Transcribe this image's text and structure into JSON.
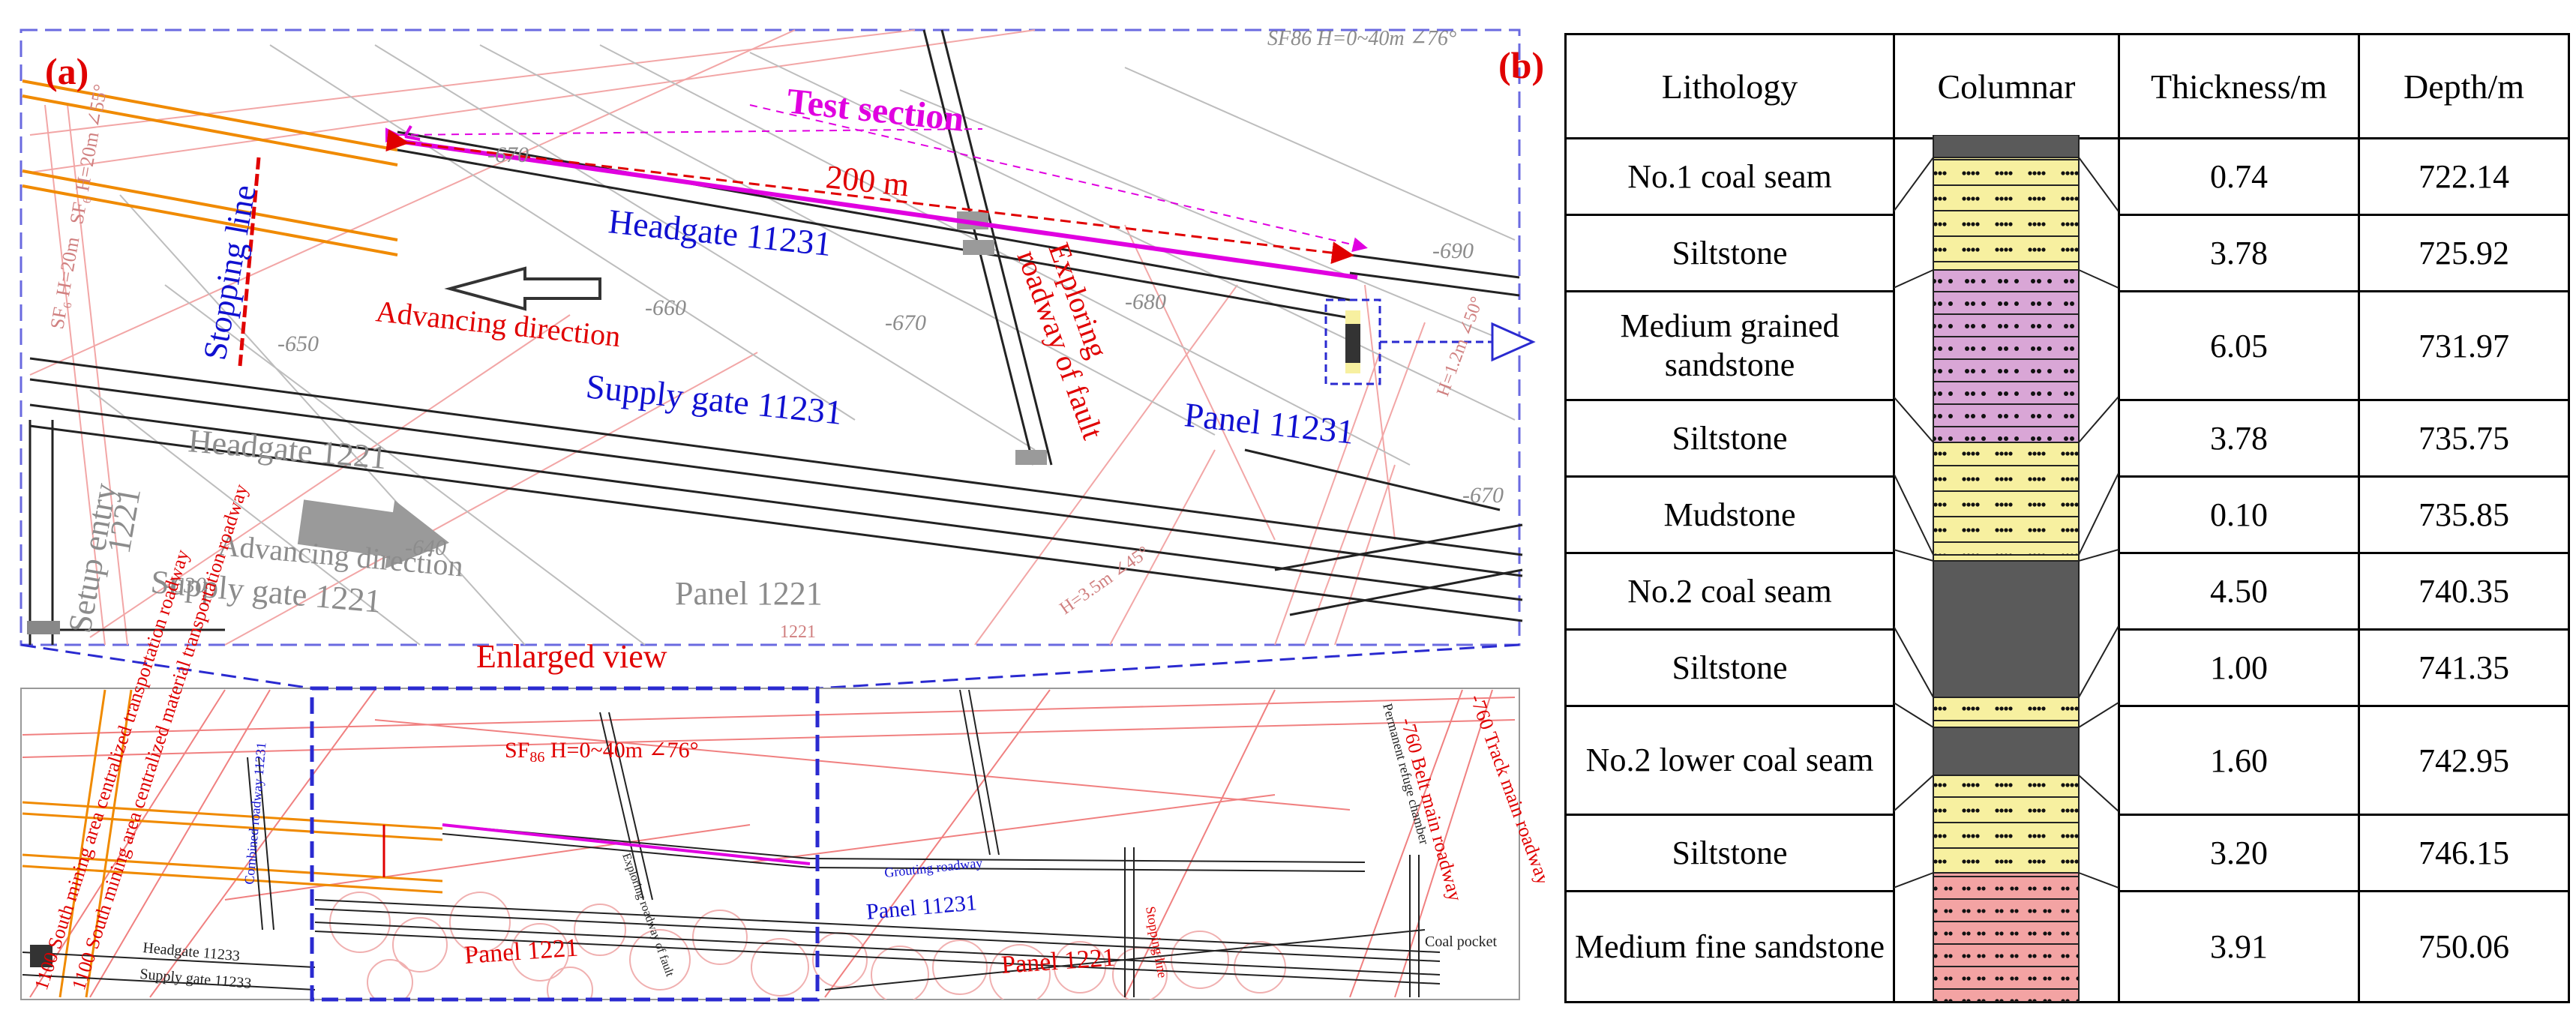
{
  "panel_a": {
    "label": "(a)",
    "test_section": "Test section",
    "distance": "200 m",
    "headgate_11231": "Headgate 11231",
    "stopping_line": "Stopping line",
    "advancing_direction_red": "Advancing direction",
    "exploring_line1": "Exploring",
    "exploring_line2": "roadway of fault",
    "supply_gate_11231": "Supply gate 11231",
    "panel_11231": "Panel 11231",
    "headgate_1221": "Headgate 1221",
    "setup_entry_line1": "Setup entry",
    "setup_entry_line2": "1221",
    "advancing_direction_gray": "Advancing direction",
    "supply_gate_1221": "Supply gate 1221",
    "panel_1221": "Panel 1221",
    "fault_top": "SF86  H=0~40m ∠76°",
    "fault_left": "SF₆ H=20m ∠55°",
    "fault_left2": "SF₆ H=20m",
    "contours": [
      "-670",
      "-660",
      "-650",
      "-680",
      "-670",
      "-690",
      "-670",
      "-640",
      "-630"
    ],
    "fault_small": [
      "H=1.2m ∠50°",
      "H=3.5m ∠45°",
      "1221"
    ],
    "enlarged_view": "Enlarged view"
  },
  "overview": {
    "sf86_main": "SF",
    "sf86_sub": "86",
    "sf86_rest": " H=0~40m ∠76°",
    "south_roadway1": "1100 South mining area centralized transportation roadway",
    "south_roadway2": "1100 South mining area centralized material transportation roadway",
    "combined_roadway": "Combined roadway 11231",
    "headgate_11233": "Headgate 11233",
    "supply_gate_11233": "Supply gate 11233",
    "panel_1221_a": "Panel 1221",
    "panel_1221_b": "Panel 1221",
    "panel_11231": "Panel 11231",
    "grouting_roadway": "Grouting roadway",
    "exploring_fault": "Exploring roadway of fault",
    "stopping_line": "Stopping line",
    "coal_pocket": "Coal pocket",
    "refuge_chamber": "Permanent refuge chamber",
    "belt_roadway": "-760 Belt main roadway",
    "track_roadway": "-760 Track main roadway"
  },
  "panel_b": {
    "label": "(b)",
    "headers": [
      "Lithology",
      "Columnar",
      "Thickness/m",
      "Depth/m"
    ],
    "rows": [
      {
        "lithology": "No.1 coal seam",
        "thickness": "0.74",
        "depth": "722.14"
      },
      {
        "lithology": "Siltstone",
        "thickness": "3.78",
        "depth": "725.92"
      },
      {
        "lithology": "Medium grained sandstone",
        "thickness": "6.05",
        "depth": "731.97"
      },
      {
        "lithology": "Siltstone",
        "thickness": "3.78",
        "depth": "735.75"
      },
      {
        "lithology": "Mudstone",
        "thickness": "0.10",
        "depth": "735.85"
      },
      {
        "lithology": "No.2 coal seam",
        "thickness": "4.50",
        "depth": "740.35"
      },
      {
        "lithology": "Siltstone",
        "thickness": "1.00",
        "depth": "741.35"
      },
      {
        "lithology": "No.2 lower coal seam",
        "thickness": "1.60",
        "depth": "742.95"
      },
      {
        "lithology": "Siltstone",
        "thickness": "3.20",
        "depth": "746.15"
      },
      {
        "lithology": "Medium fine sandstone",
        "thickness": "3.91",
        "depth": "750.06"
      }
    ]
  },
  "colors": {
    "coal": "#5a5a5a",
    "siltstone": "#f7f0a0",
    "medium_grained_sandstone": "#d9a6d6",
    "medium_fine_sandstone": "#f3a3a3",
    "mudstone": "#f7f0a0",
    "label_red": "#e00000",
    "label_blue": "#1010d0",
    "magenta": "#e000e0",
    "gray": "#8c8c8c",
    "orange": "#f08a00"
  }
}
